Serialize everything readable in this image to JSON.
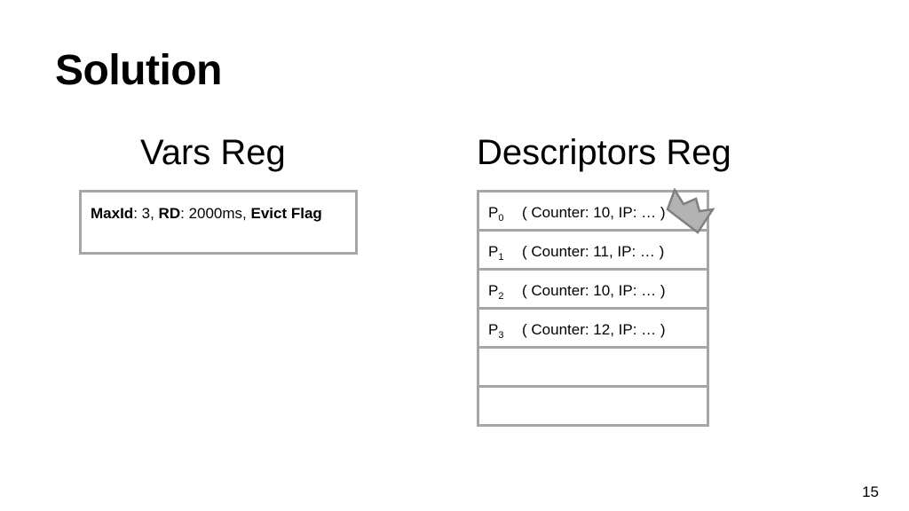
{
  "slide": {
    "title": "Solution",
    "page_number": "15"
  },
  "vars_reg": {
    "heading": "Vars Reg",
    "fields": [
      {
        "key": "MaxId",
        "sep": ": ",
        "value": "3, "
      },
      {
        "key": "RD",
        "sep": ": ",
        "value": "2000ms, "
      },
      {
        "key": "Evict Flag",
        "sep": "",
        "value": ""
      }
    ]
  },
  "descriptors_reg": {
    "heading": "Descriptors Reg",
    "rows": [
      {
        "name": "P",
        "index": "0",
        "value": "( Counter: 10, IP: … )"
      },
      {
        "name": "P",
        "index": "1",
        "value": "( Counter: 11, IP: … )"
      },
      {
        "name": "P",
        "index": "2",
        "value": "( Counter: 10, IP: … )"
      },
      {
        "name": "P",
        "index": "3",
        "value": "( Counter: 12, IP: … )"
      },
      {
        "name": "",
        "index": "",
        "value": ""
      },
      {
        "name": "",
        "index": "",
        "value": ""
      }
    ],
    "marker_icon": "crown-icon",
    "colors": {
      "border": "#a6a6a6",
      "crown_fill": "#b3b3b3",
      "crown_stroke": "#7f7f7f"
    }
  }
}
